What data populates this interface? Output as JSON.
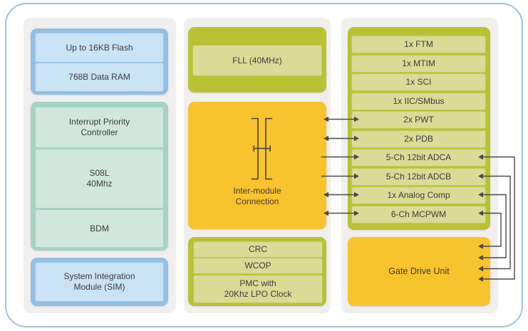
{
  "colors": {
    "frame_border": "#a3c2de",
    "panel_bg": "#f0efee",
    "blue_group": "#93c0e4",
    "blue_cell": "#c9e2f4",
    "teal_group": "#a5d3c4",
    "teal_cell": "#cfe7dc",
    "olive_group": "#b9c233",
    "olive_cell": "#d9db97",
    "yellow_box": "#f8c42d",
    "connector_line": "#4a4a4a"
  },
  "left": {
    "flash": "Up to 16KB Flash",
    "ram": "768B Data RAM",
    "interrupt": "Interrupt Priority\nController",
    "core": "S08L\n40Mhz",
    "bdm": "BDM",
    "sim": "System Integration\nModule (SIM)"
  },
  "middle": {
    "fll": "FLL (40MHz)",
    "interconnect": "Inter-module\nConnection",
    "crc": "CRC",
    "wcop": "WCOP",
    "pmc": "PMC with\n20Khz LPO Clock"
  },
  "right": {
    "peripherals": [
      "1x FTM",
      "1x MTIM",
      "1x SCI",
      "1x IIC/SMbus",
      "2x PWT",
      "2x PDB",
      "5-Ch 12bit ADCA",
      "5-Ch 12bit ADCB",
      "1x Analog Comp",
      "6-Ch MCPWM"
    ],
    "gate_drive": "Gate Drive Unit"
  },
  "icons": {
    "interconnect_icon": "crossbar-switch-icon"
  },
  "connections": {
    "bidirectional_rows": [
      "2x PWT",
      "2x PDB",
      "1x Analog Comp",
      "6-Ch MCPWM"
    ],
    "interconnect_to": [
      "5-Ch 12bit ADCA",
      "5-Ch 12bit ADCB"
    ],
    "gate_drive_feedback": [
      "5-Ch 12bit ADCA",
      "5-Ch 12bit ADCB",
      "1x Analog Comp",
      "6-Ch MCPWM"
    ]
  }
}
